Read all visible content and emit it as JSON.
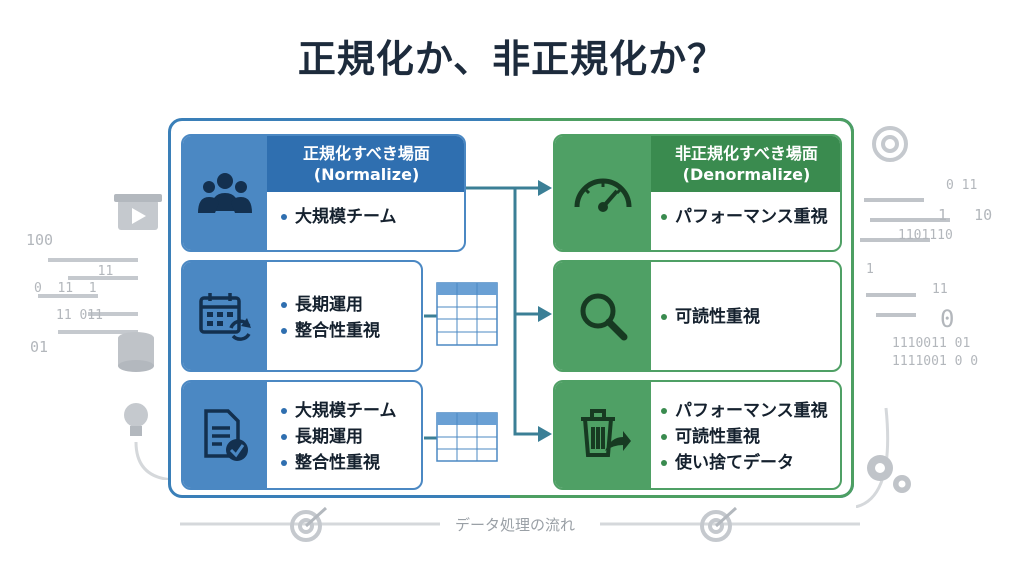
{
  "title": "正規化か、非正規化か？",
  "left": {
    "header_line1": "正規化すべき場面",
    "header_line2": "(Normalize)",
    "cards": [
      {
        "icon": "team-icon",
        "items": [
          "大規模チーム"
        ]
      },
      {
        "icon": "calendar-refresh-icon",
        "items": [
          "長期運用",
          "整合性重視"
        ]
      },
      {
        "icon": "document-check-icon",
        "items": [
          "大規模チーム",
          "長期運用",
          "整合性重視"
        ]
      }
    ]
  },
  "right": {
    "header_line1": "非正規化すべき場面",
    "header_line2": "(Denormalize)",
    "cards": [
      {
        "icon": "speedometer-icon",
        "items": [
          "パフォーマンス重視"
        ]
      },
      {
        "icon": "magnifier-icon",
        "items": [
          "可読性重視"
        ]
      },
      {
        "icon": "trash-export-icon",
        "items": [
          "パフォーマンス重視",
          "可読性重視",
          "使い捨てデータ"
        ]
      }
    ]
  },
  "flow_label": "データ処理の流れ",
  "binary": {
    "left": [
      "100",
      "  11",
      "0  11  1",
      "11 011",
      "01"
    ],
    "right": [
      "0 11",
      "1   10",
      "1101110",
      "1",
      "11",
      "0",
      "1110011 01",
      "1111001 0 0"
    ]
  },
  "colors": {
    "blue": "#4b88c3",
    "blue_dark": "#2f6fb0",
    "green": "#4fa065",
    "green_dark": "#3a8b4f",
    "connector": "#3b7f96"
  }
}
